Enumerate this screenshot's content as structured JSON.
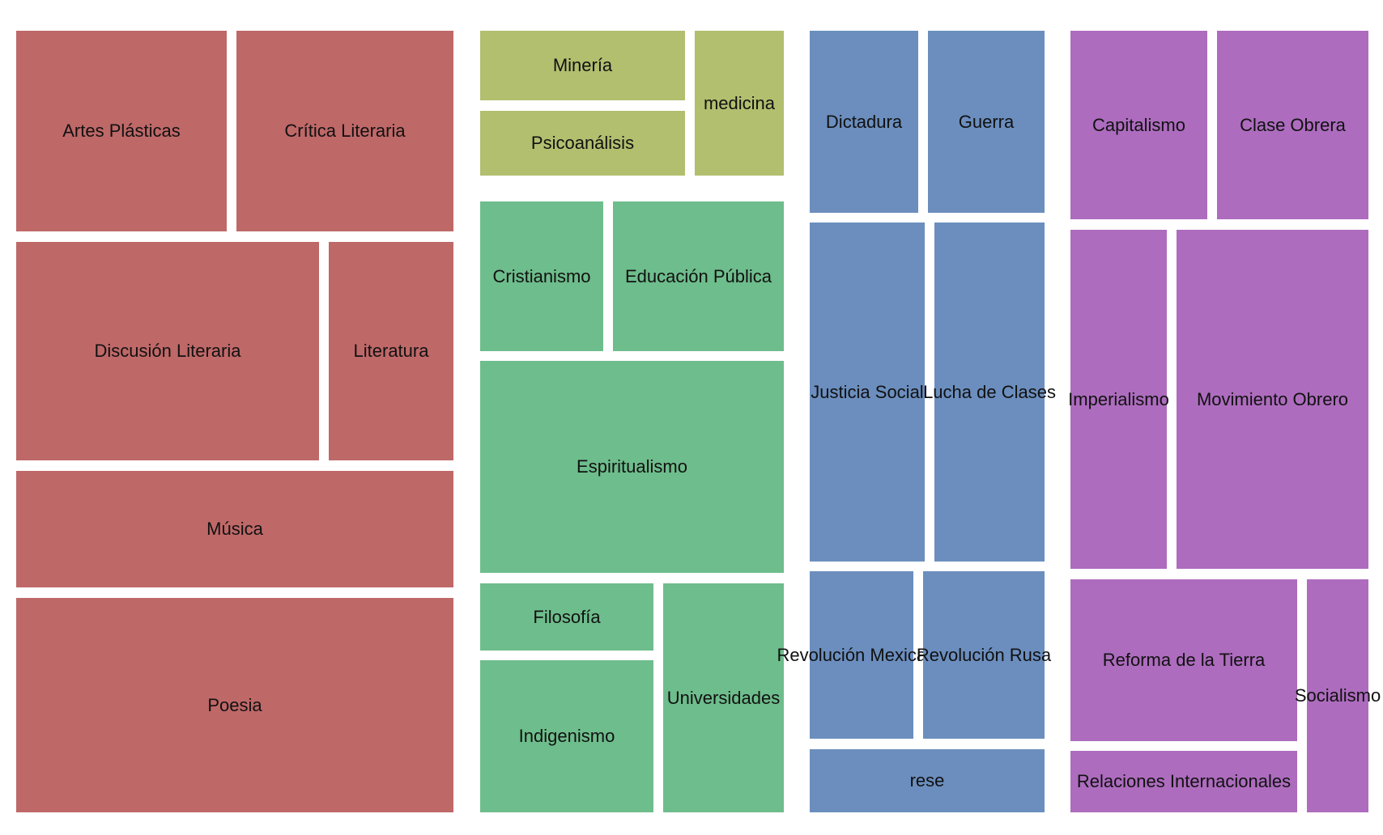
{
  "chart_data": {
    "type": "treemap",
    "groups": [
      {
        "color": "#bf6868",
        "items": [
          {
            "label": "Artes Plásticas"
          },
          {
            "label": "Crítica Literaria"
          },
          {
            "label": "Discusión Literaria"
          },
          {
            "label": "Literatura"
          },
          {
            "label": "Música"
          },
          {
            "label": "Poesia"
          }
        ]
      },
      {
        "color": "#b1bf6f",
        "items": [
          {
            "label": "Minería"
          },
          {
            "label": "Psicoanálisis"
          },
          {
            "label": "medicina"
          }
        ]
      },
      {
        "color": "#6ebd8c",
        "items": [
          {
            "label": "Cristianismo"
          },
          {
            "label": "Educación Pública"
          },
          {
            "label": "Espiritualismo"
          },
          {
            "label": "Filosofía"
          },
          {
            "label": "Indigenismo"
          },
          {
            "label": "Universidades"
          }
        ]
      },
      {
        "color": "#6b8ebe",
        "items": [
          {
            "label": "Dictadura"
          },
          {
            "label": "Guerra"
          },
          {
            "label": "Justicia Social"
          },
          {
            "label": "Lucha de Clases"
          },
          {
            "label": "Revolución Mexicana"
          },
          {
            "label": "Revolución Rusa"
          },
          {
            "label": "rese"
          }
        ]
      },
      {
        "color": "#ad6cbe",
        "items": [
          {
            "label": "Capitalismo"
          },
          {
            "label": "Clase Obrera"
          },
          {
            "label": "Imperialismo"
          },
          {
            "label": "Movimiento Obrero"
          },
          {
            "label": "Reforma de la Tierra"
          },
          {
            "label": "Relaciones Internacionales"
          },
          {
            "label": "Socialismo"
          }
        ]
      }
    ]
  }
}
